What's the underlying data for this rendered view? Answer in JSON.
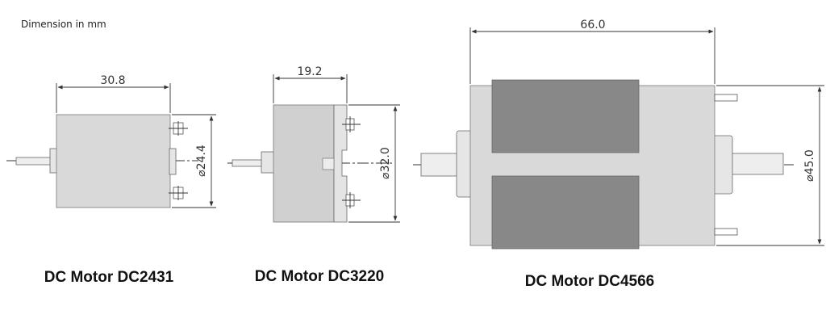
{
  "note": "Dimension in mm",
  "motors": [
    {
      "label": "DC Motor DC2431",
      "length": "30.8",
      "diameter": "⌀24.4"
    },
    {
      "label": "DC Motor DC3220",
      "length": "19.2",
      "diameter": "⌀32.0"
    },
    {
      "label": "DC Motor DC4566",
      "length": "66.0",
      "diameter": "⌀45.0"
    }
  ],
  "colors": {
    "body": "#d9d9d9",
    "magnet": "#888888",
    "outline": "#555555",
    "line": "#333333"
  }
}
